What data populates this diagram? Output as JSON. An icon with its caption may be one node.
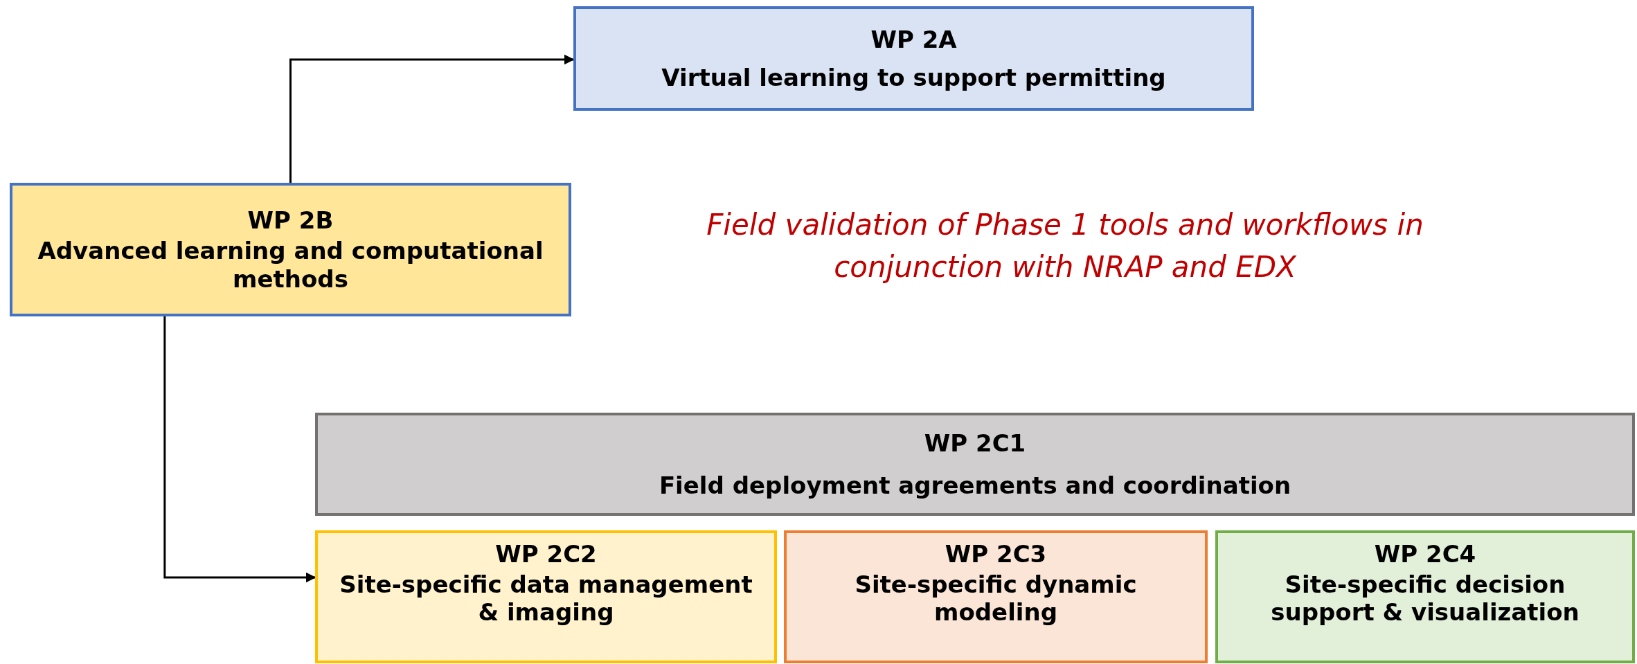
{
  "diagram": {
    "nodes": [
      {
        "text": [
          "WP 2A",
          "Virtual learning to support permitting"
        ]
      },
      {
        "text": [
          "WP 2B",
          "Advanced learning and computational methods"
        ]
      },
      {
        "text": [
          "WP 2C1",
          "Field deployment agreements and coordination"
        ]
      },
      {
        "text": [
          "WP 2C2",
          "Site-specific data management & imaging"
        ]
      },
      {
        "text": [
          "WP 2C3",
          "Site-specific dynamic modeling"
        ]
      },
      {
        "text": [
          "WP 2C4",
          "Site-specific decision support & visualization"
        ]
      }
    ],
    "edges": [
      {
        "from": 1,
        "to": 0,
        "arrow": "to"
      },
      {
        "from": 1,
        "to": 3,
        "arrow": "to"
      }
    ],
    "labels": [
      "Field validation of Phase 1 tools and workflows in conjunction with NRAP and EDX"
    ]
  }
}
